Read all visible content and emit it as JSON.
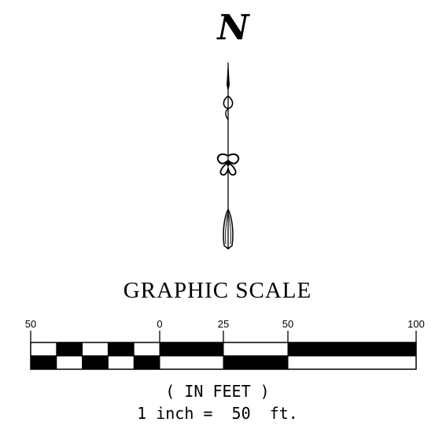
{
  "north": {
    "letter": "N"
  },
  "scale": {
    "title": "GRAPHIC SCALE",
    "tick_labels": [
      "50",
      "0",
      "25",
      "50",
      "100"
    ],
    "unit": "( IN FEET )",
    "ratio": "1 inch =  50  ft."
  }
}
